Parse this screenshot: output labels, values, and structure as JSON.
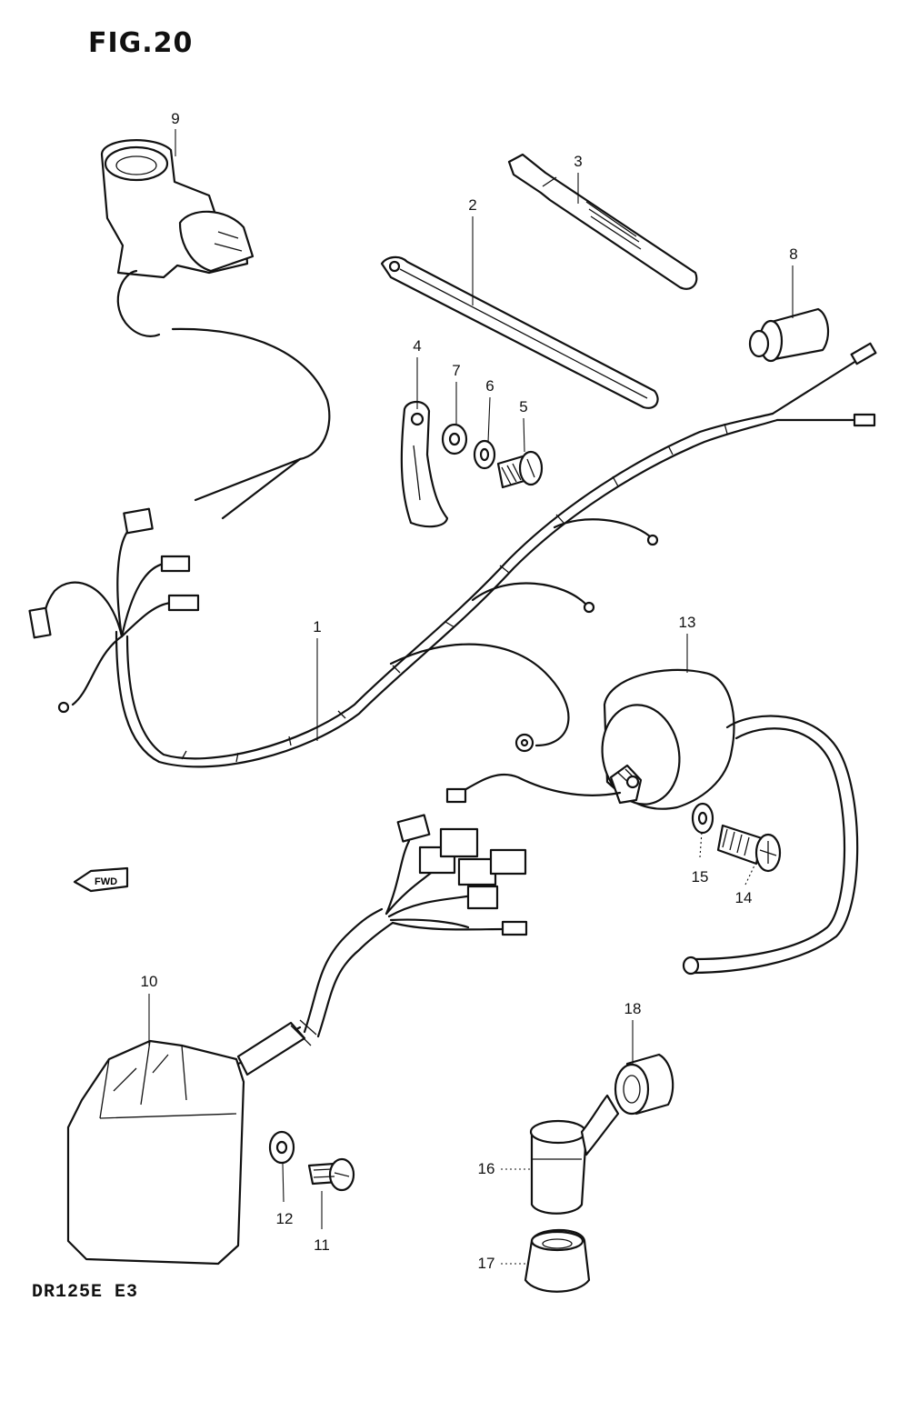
{
  "figure": {
    "title": "FIG.20",
    "model_code": "DR125E E3",
    "direction_marker": "FWD"
  },
  "callouts": [
    "1",
    "2",
    "3",
    "4",
    "5",
    "6",
    "7",
    "8",
    "9",
    "10",
    "11",
    "12",
    "13",
    "14",
    "15",
    "16",
    "17",
    "18"
  ]
}
